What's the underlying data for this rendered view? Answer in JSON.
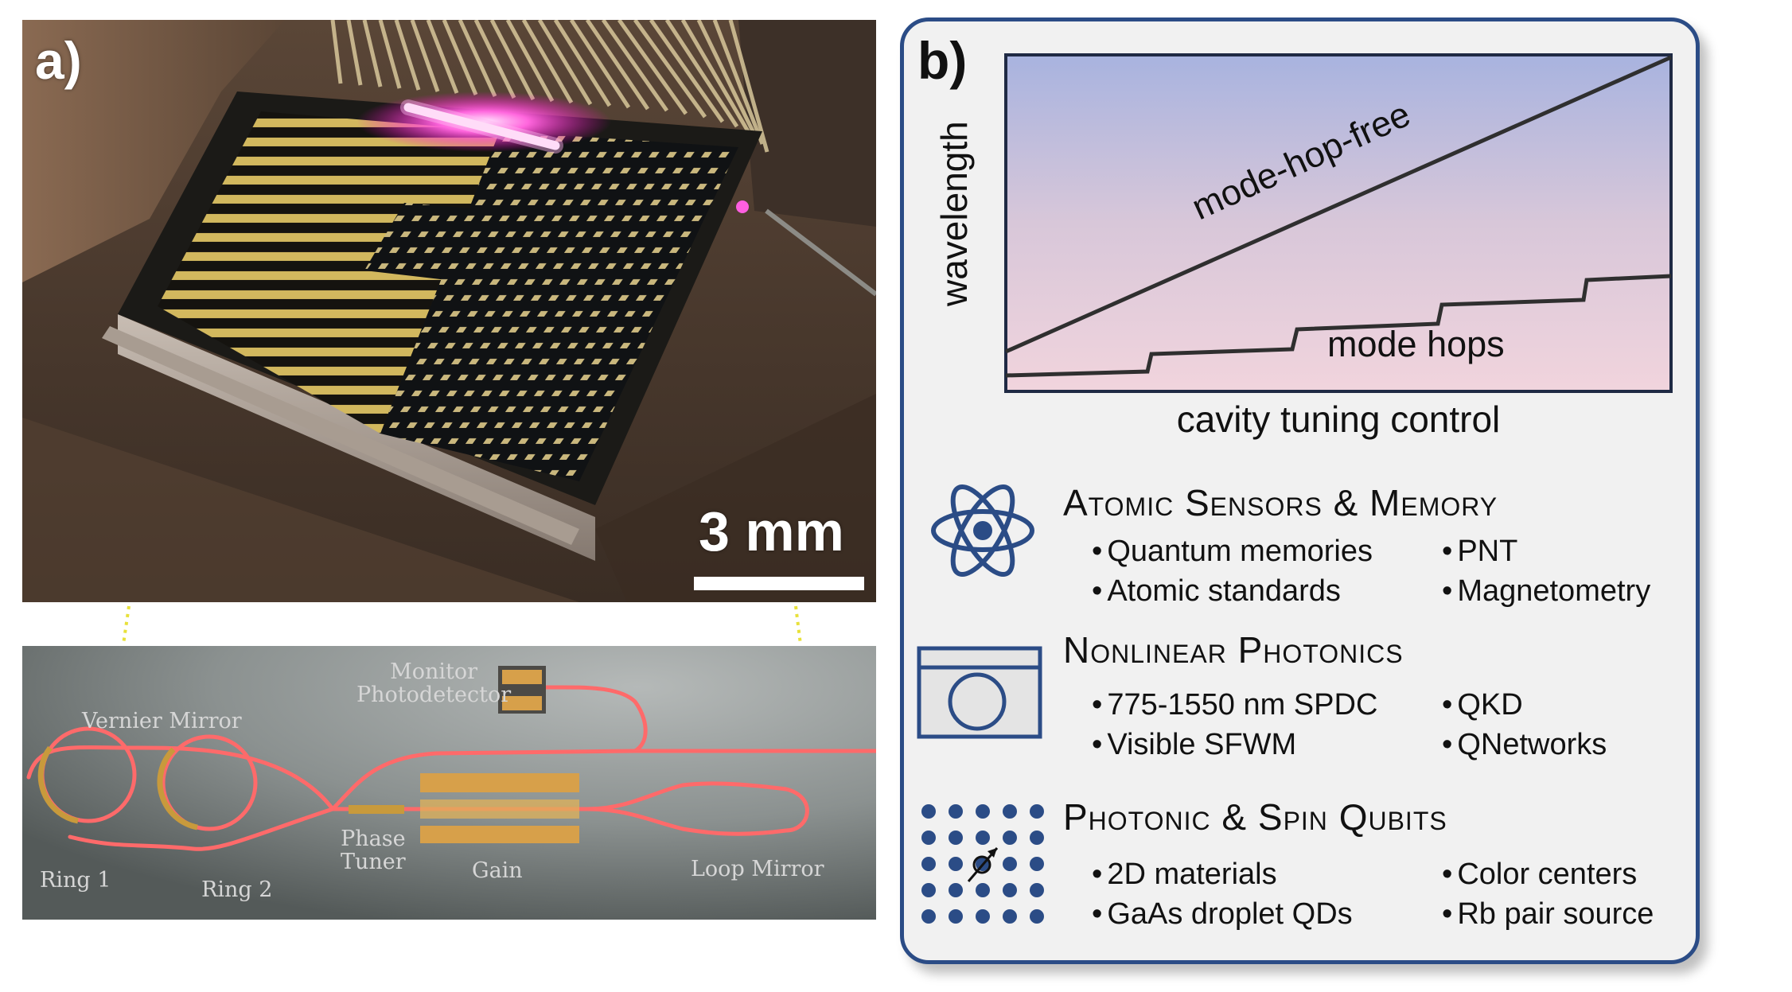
{
  "panel_a": {
    "label": "a)",
    "scale_bar": "3 mm",
    "schematic": {
      "labels": {
        "monitor": "Monitor\nPhotodetector",
        "vernier": "Vernier Mirror",
        "phase": "Phase\nTuner",
        "gain": "Gain",
        "loop": "Loop Mirror",
        "ring1": "Ring 1",
        "ring2": "Ring 2"
      }
    }
  },
  "panel_b": {
    "label": "b)",
    "plot": {
      "ylabel": "wavelength",
      "xlabel": "cavity tuning control",
      "line_label": "mode-hop-free",
      "step_label": "mode hops"
    },
    "sections": [
      {
        "icon": "atom-icon",
        "title": "Atomic Sensors & Memory",
        "bullets": [
          "Quantum memories",
          "PNT",
          "Atomic standards",
          "Magnetometry"
        ]
      },
      {
        "icon": "resonator-icon",
        "title": "Nonlinear Photonics",
        "bullets": [
          "775-1550 nm SPDC",
          "QKD",
          "Visible SFWM",
          "QNetworks"
        ]
      },
      {
        "icon": "spin-lattice-icon",
        "title": "Photonic & Spin Qubits",
        "bullets": [
          "2D materials",
          "Color centers",
          "GaAs droplet QDs",
          "Rb pair source"
        ]
      }
    ],
    "colors": {
      "border": "#2b4c86",
      "icon": "#2b4c86"
    }
  }
}
